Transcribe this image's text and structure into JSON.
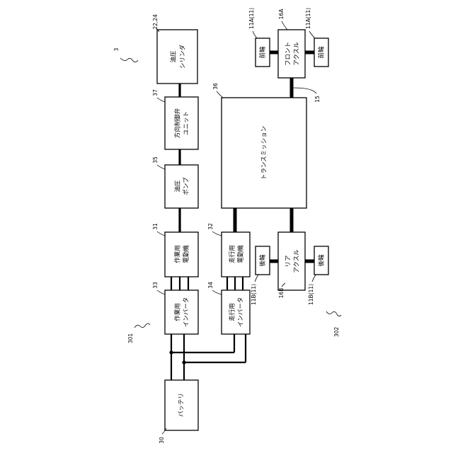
{
  "labels": {
    "fig_ref": "3",
    "group_work": "301",
    "group_travel": "302"
  },
  "blocks": {
    "battery": {
      "text": [
        "バッテリ"
      ],
      "ref": "30"
    },
    "work_inverter": {
      "text": [
        "作業用",
        "インバータ"
      ],
      "ref": "33"
    },
    "work_motor": {
      "text": [
        "作業用",
        "電動機"
      ],
      "ref": "31"
    },
    "hyd_pump": {
      "text": [
        "油圧",
        "ポンプ"
      ],
      "ref": "35"
    },
    "dir_valve": {
      "text": [
        "方向制御弁",
        "ユニット"
      ],
      "ref": "37"
    },
    "hyd_cylinder": {
      "text": [
        "油圧",
        "シリンダ"
      ],
      "ref": "22,24"
    },
    "travel_inverter": {
      "text": [
        "走行用",
        "インバータ"
      ],
      "ref": "34"
    },
    "travel_motor": {
      "text": [
        "走行用",
        "電動機"
      ],
      "ref": "32"
    },
    "transmission": {
      "text": [
        "トランスミッション"
      ],
      "ref": "36"
    },
    "rear_axle": {
      "text": [
        "リア",
        "アクスル"
      ],
      "ref": "16B"
    },
    "rear_wheel_left": {
      "text": [
        "後輪"
      ],
      "ref": "11B(11)"
    },
    "rear_wheel_right": {
      "text": [
        "後輪"
      ],
      "ref": "11B(11)"
    },
    "front_axle": {
      "text": [
        "フロント",
        "アクスル"
      ],
      "ref": "16A"
    },
    "front_wheel_left": {
      "text": [
        "前輪"
      ],
      "ref": "11A(11)"
    },
    "front_wheel_right": {
      "text": [
        "前輪"
      ],
      "ref": "11A(11)"
    },
    "shaft": {
      "ref": "15"
    }
  }
}
